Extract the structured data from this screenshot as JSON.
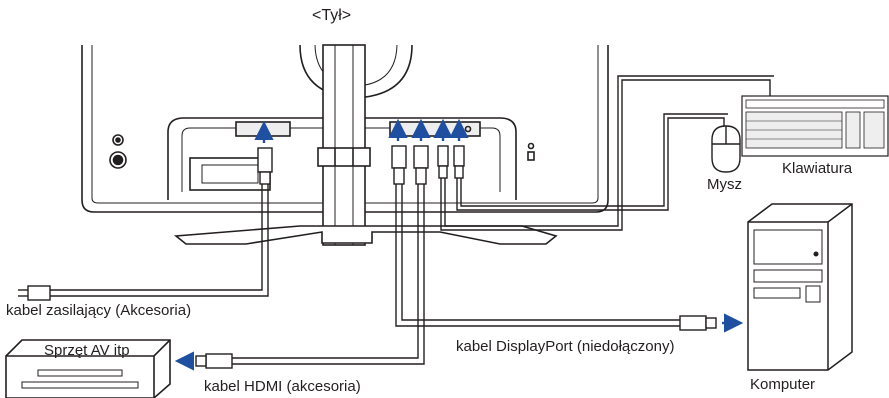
{
  "labels": {
    "view_title": "<Tył>",
    "power_cable": "kabel zasilający (Akcesoria)",
    "av_device": "Sprzęt AV itp",
    "hdmi_cable": "kabel HDMI (akcesoria)",
    "displayport_cable": "kabel DisplayPort (niedołączony)",
    "mouse": "Mysz",
    "keyboard": "Klawiatura",
    "computer": "Komputer"
  },
  "colors": {
    "line": "#231f20",
    "arrow": "#1f4fa0",
    "fill_light": "#ffffff",
    "fill_mid": "#eeeeee"
  }
}
